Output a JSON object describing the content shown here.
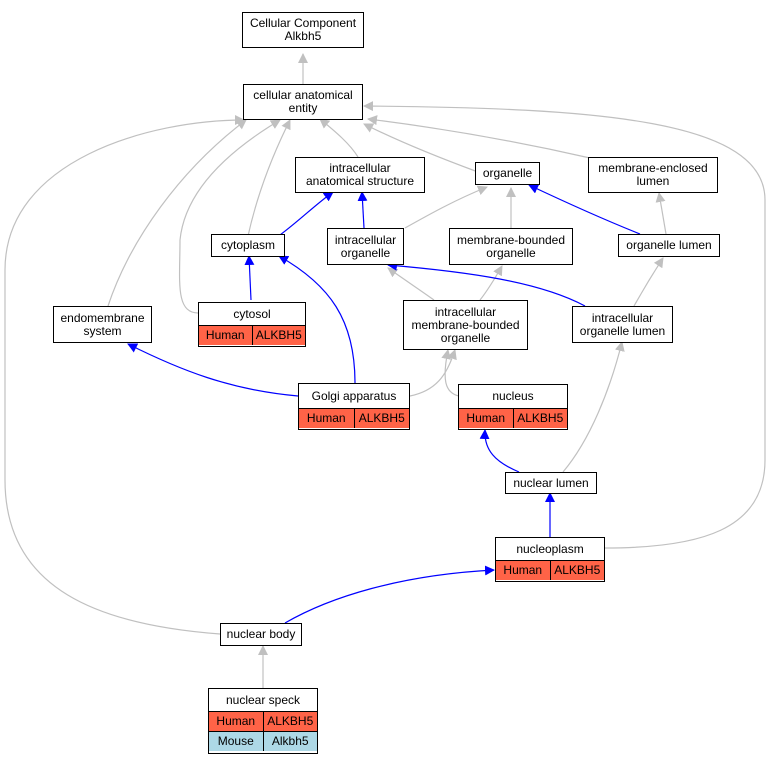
{
  "colors": {
    "red": "#ff6347",
    "blue": "#add8e6",
    "edge_gray": "#c0c0c0",
    "edge_blue": "#0000ff"
  },
  "nodes": {
    "root": "Cellular Component\nAlkbh5",
    "cae": "cellular anatomical\nentity",
    "ias": "intracellular\nanatomical structure",
    "organelle": "organelle",
    "mel": "membrane-enclosed\nlumen",
    "cytoplasm": "cytoplasm",
    "io": "intracellular\norganelle",
    "mbo": "membrane-bounded\norganelle",
    "ol": "organelle lumen",
    "cytosol": {
      "label": "cytosol",
      "rows": [
        [
          "Human",
          "ALKBH5"
        ]
      ]
    },
    "endo": "endomembrane\nsystem",
    "imbo": "intracellular\nmembrane-bounded\norganelle",
    "iol": "intracellular\norganelle lumen",
    "golgi": {
      "label": "Golgi apparatus",
      "rows": [
        [
          "Human",
          "ALKBH5"
        ]
      ]
    },
    "nucleus": {
      "label": "nucleus",
      "rows": [
        [
          "Human",
          "ALKBH5"
        ]
      ]
    },
    "nl": "nuclear lumen",
    "np": {
      "label": "nucleoplasm",
      "rows": [
        [
          "Human",
          "ALKBH5"
        ]
      ]
    },
    "nb": "nuclear body",
    "ns": {
      "label": "nuclear speck",
      "rows": [
        [
          "Human",
          "ALKBH5"
        ],
        [
          "Mouse",
          "Alkbh5"
        ]
      ]
    }
  }
}
